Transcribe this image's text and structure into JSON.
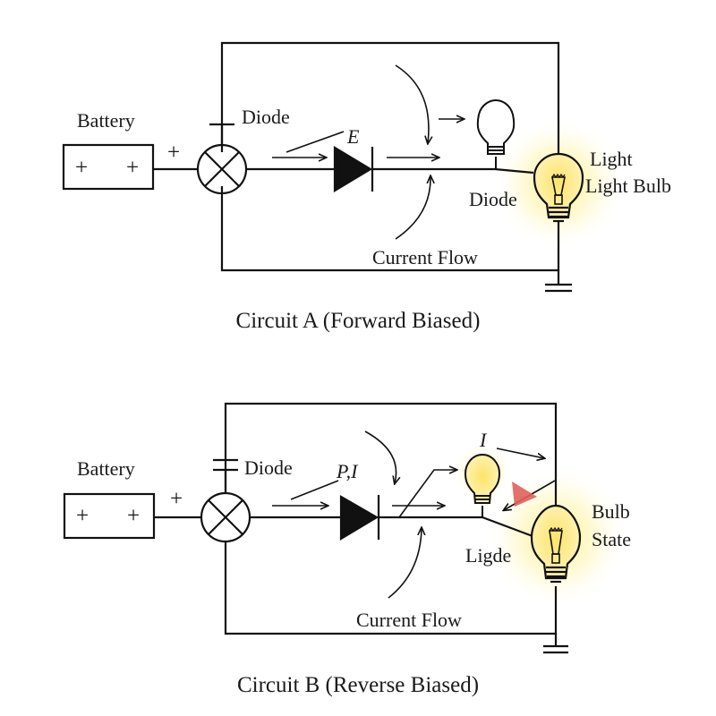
{
  "colors": {
    "wire": "#111111",
    "glow": "#fff3a0",
    "bulb_fill": "#fde98a",
    "warning_triangle": "#e0605a"
  },
  "circuit_a": {
    "caption": "Circuit A (Forward Biased)",
    "labels": {
      "battery": "Battery",
      "battery_terminal_left": "+",
      "battery_terminal_right": "+",
      "battery_plus": "+",
      "diode_top": "Diode",
      "field_symbol": "E",
      "diode_bottom": "Diode",
      "light": "Light",
      "light_bulb": "Light Bulb",
      "current_flow": "Current Flow"
    },
    "bulb_state": "lit"
  },
  "circuit_b": {
    "caption": "Circuit B (Reverse Biased)",
    "labels": {
      "battery": "Battery",
      "battery_terminal_left": "+",
      "battery_terminal_right": "+",
      "battery_plus": "+",
      "diode_top": "Diode",
      "current_symbol_diode": "P,I",
      "current_symbol_bulb": "I",
      "ligde": "Ligde",
      "bulb": "Bulb",
      "state": "State",
      "current_flow": "Current Flow"
    },
    "bulb_state": "lit"
  },
  "icons": [
    "battery-icon",
    "lamp-cross-icon",
    "diode-icon",
    "light-bulb-icon",
    "ground-icon",
    "arrow-icon",
    "warning-triangle-icon",
    "capacitor-icon"
  ]
}
